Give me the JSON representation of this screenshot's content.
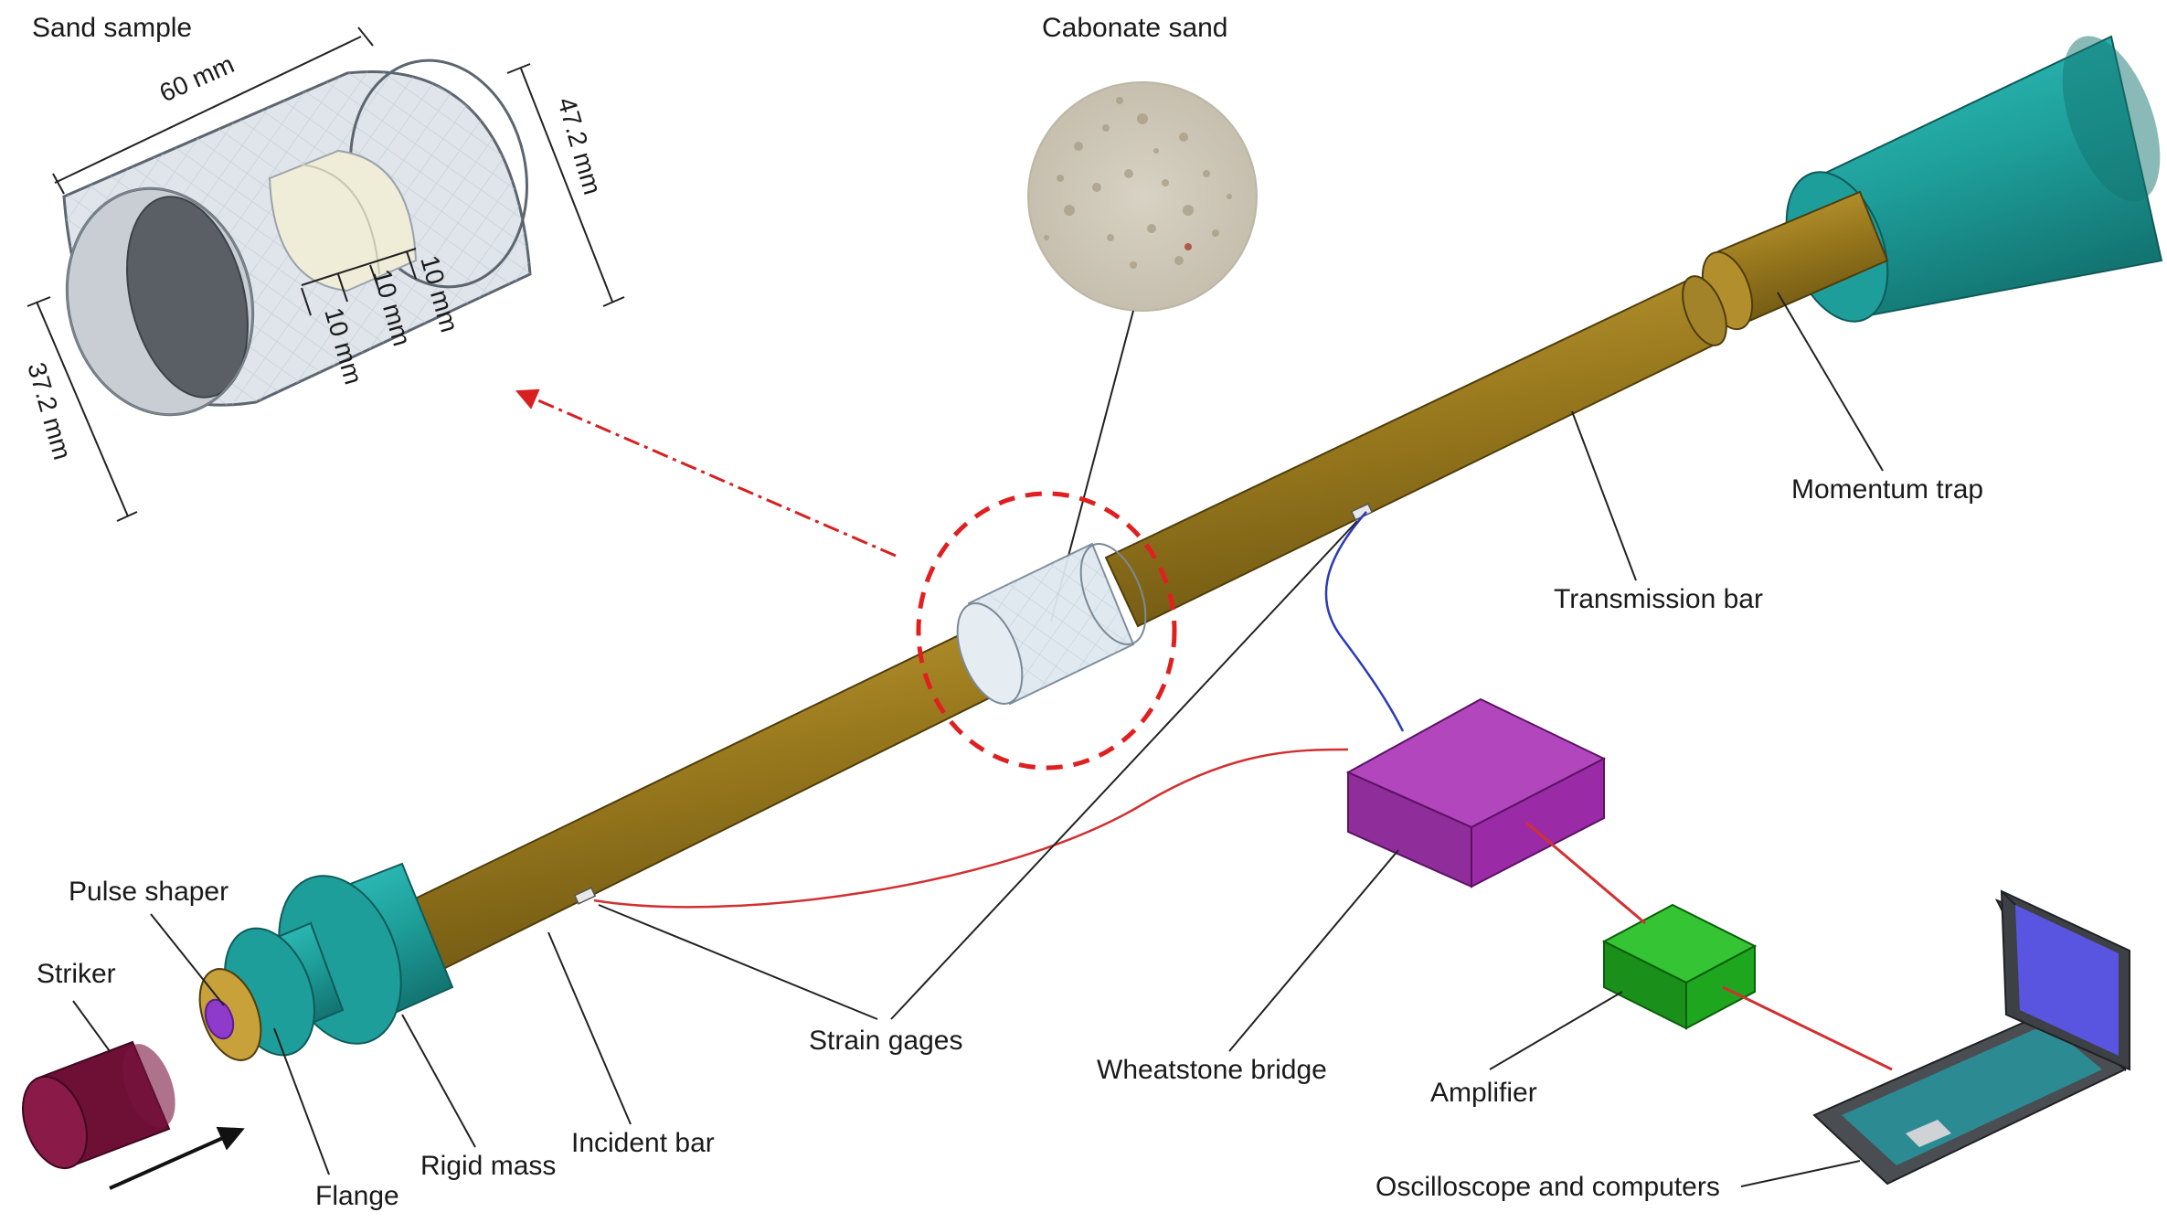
{
  "labels": {
    "sand_sample": "Sand sample",
    "cabonate_sand": "Cabonate sand",
    "momentum_trap": "Momentum trap",
    "transmission_bar": "Transmission bar",
    "pulse_shaper": "Pulse shaper",
    "striker": "Striker",
    "flange": "Flange",
    "rigid_mass": "Rigid mass",
    "incident_bar": "Incident bar",
    "strain_gages": "Strain gages",
    "wheatstone_bridge": "Wheatstone bridge",
    "amplifier": "Amplifier",
    "oscilloscope": "Oscilloscope and computers"
  },
  "dimensions": {
    "length": "60 mm",
    "outer_diameter": "47.2 mm",
    "inner_diameter": "37.2 mm",
    "layer_1": "10 mm",
    "layer_2": "10 mm",
    "layer_3": "10 mm"
  },
  "colors": {
    "bar": "#9a7a1e",
    "bar_dark": "#6f5712",
    "teal": "#1e9e9a",
    "teal_dark": "#137572",
    "purple": "#9b2aa6",
    "green": "#1fa61f",
    "striker": "#6e0f35",
    "highlight_circle": "#e02020"
  }
}
